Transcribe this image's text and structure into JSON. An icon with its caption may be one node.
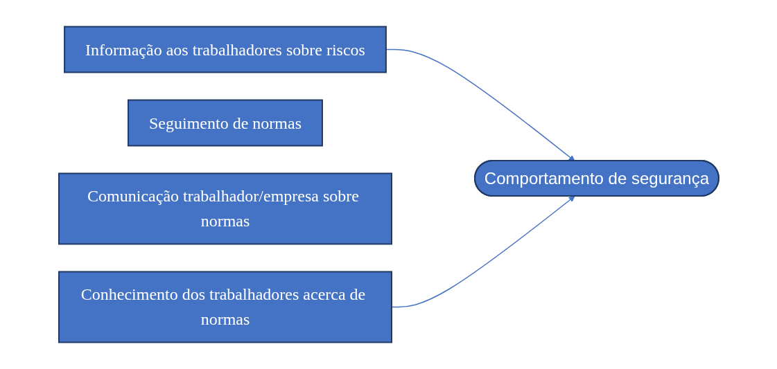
{
  "diagram": {
    "nodes": [
      {
        "text": [
          "Informação aos trabalhadores sobre riscos"
        ]
      },
      {
        "text": [
          "Seguimento de normas"
        ]
      },
      {
        "text": [
          "Comunicação trabalhador/empresa sobre normas"
        ]
      },
      {
        "text": [
          "Conhecimento dos trabalhadores acerca de normas"
        ]
      },
      {
        "text": [
          "Comportamento de segurança"
        ]
      }
    ],
    "edges": [
      {
        "from": 0,
        "to": 4,
        "arrow": "to"
      },
      {
        "from": 3,
        "to": 4,
        "arrow": "to"
      }
    ]
  }
}
